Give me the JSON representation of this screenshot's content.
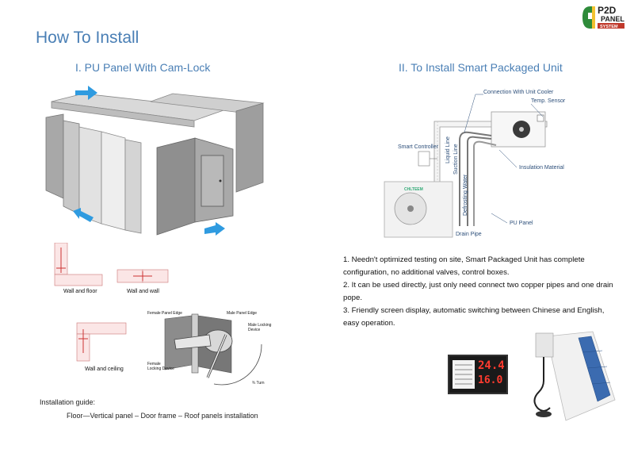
{
  "page": {
    "title": "How To Install",
    "logo": {
      "main": "P2D",
      "sub1": "PANEL",
      "sub2": "SYSTEM"
    }
  },
  "left": {
    "heading": "I. PU Panel With Cam-Lock",
    "captions": {
      "wall_floor": "Wall and floor",
      "wall_wall": "Wall and wall",
      "wall_ceiling": "Wall and ceiling"
    },
    "camlock_labels": {
      "female_edge": "Female Panel Edge",
      "male_edge": "Male Panel Edge",
      "male_device": "Male Locking Device",
      "female_device": "Female Locking Device",
      "turn": "¾ Turn"
    },
    "guide_heading": "Installation guide:",
    "guide_steps": "Floor—Vertical panel – Door frame – Roof panels installation"
  },
  "right": {
    "heading": "II. To Install Smart Packaged Unit",
    "diagram_labels": {
      "connection": "Connection With Unit Cooler",
      "temp_sensor": "Temp. Sensor",
      "smart_controller": "Smart Controller",
      "liquid_line": "Liquid Line",
      "suction_line": "Suction Line",
      "defrosting_water": "Defrosting Water",
      "insulation": "Insulation Material",
      "pu_panel": "PU Panel",
      "drain_pipe": "Drain Pipe",
      "brand": "CHLTEEM"
    },
    "features": [
      "1. Needn't optimized testing on site, Smart Packaged Unit has complete configuration, no additional valves, control boxes.",
      "2. It can be used directly, just only need connect two copper pipes and one drain pope.",
      "3. Friendly screen display, automatic switching between Chinese and English, easy operation."
    ],
    "display": {
      "top": "24.4",
      "bottom": "16.0"
    }
  },
  "colors": {
    "accent": "#4a7fb5",
    "arrow": "#2f9be0",
    "label": "#2d4f7a"
  }
}
